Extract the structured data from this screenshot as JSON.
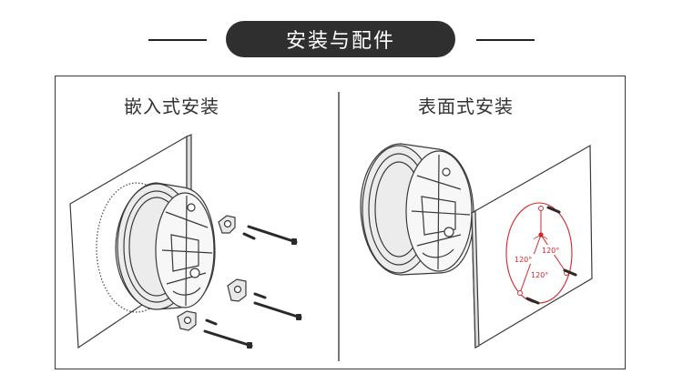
{
  "header": {
    "title": "安装与配件"
  },
  "panels": [
    {
      "title": "嵌入式安装"
    },
    {
      "title": "表面式安装"
    }
  ],
  "surface_diagram": {
    "angle_labels": [
      "120°",
      "120°",
      "120°"
    ],
    "accent_color": "#d8232a"
  }
}
